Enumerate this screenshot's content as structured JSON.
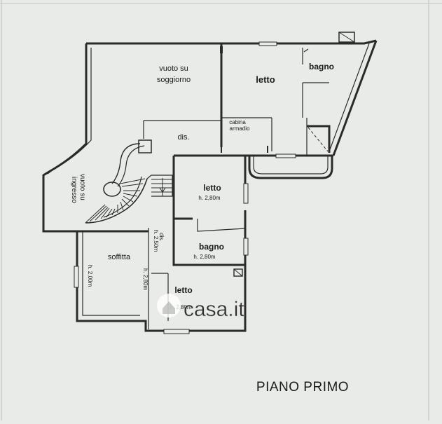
{
  "plan": {
    "title": "PIANO PRIMO",
    "watermark": "casa.it",
    "watermark_icon": "house-logo-icon",
    "rooms": {
      "vuoto_soggiorno": {
        "line1": "vuoto su",
        "line2": "soggiorno"
      },
      "letto_1": {
        "name": "letto"
      },
      "bagno_1": {
        "name": "bagno"
      },
      "cabina": {
        "line1": "cabina",
        "line2": "armadio"
      },
      "dis_1": {
        "name": "dis."
      },
      "vuoto_ingresso": {
        "line1": "vuoto su",
        "line2": "ingresso"
      },
      "letto_2": {
        "name": "letto",
        "height": "h. 2,80m"
      },
      "dis_2": {
        "name": "dis.",
        "height": "h. 2,50m"
      },
      "bagno_2": {
        "name": "bagno",
        "height": "h. 2,80m"
      },
      "soffitta": {
        "name": "soffitta",
        "height_left": "h. 2,00m",
        "height_right": "h. 2,80m"
      },
      "letto_3": {
        "name": "letto",
        "height": "h. 2,80m"
      }
    }
  },
  "colors": {
    "paper": "#e9ebe8",
    "ink": "#2a2a2a",
    "watermark": "#ffffff"
  }
}
